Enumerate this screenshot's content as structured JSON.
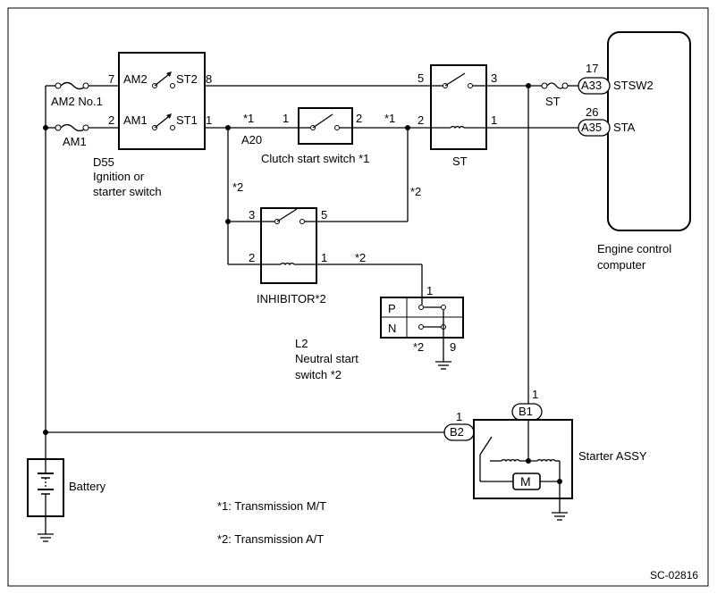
{
  "ignition_switch": {
    "code": "D55",
    "name_line1": "Ignition or",
    "name_line2": "starter switch",
    "pin_am2": "7",
    "label_am2": "AM2",
    "label_st2": "ST2",
    "pin_st2": "8",
    "pin_am1": "2",
    "label_am1": "AM1",
    "label_st1": "ST1",
    "pin_st1": "1"
  },
  "fuses": {
    "am2": "AM2 No.1",
    "am1": "AM1",
    "st": "ST"
  },
  "clutch_switch": {
    "name": "Clutch start switch *1",
    "connector": "A20",
    "pin_left": "1",
    "pin_right": "2",
    "note_left": "*1",
    "note_right": "*1"
  },
  "st_relay": {
    "name": "ST",
    "pin5": "5",
    "pin3": "3",
    "pin2": "2",
    "pin1": "1"
  },
  "inhibitor": {
    "name": "INHIBITOR*2",
    "pin3": "3",
    "pin5": "5",
    "pin2": "2",
    "pin1": "1"
  },
  "notes": {
    "star2_a": "*2",
    "star2_b": "*2",
    "star2_c": "*2"
  },
  "neutral_switch": {
    "code": "L2",
    "name_line1": "Neutral start",
    "name_line2": "switch *2",
    "row_p": "P",
    "row_n": "N",
    "pin1": "1",
    "pin9": "9",
    "note": "*2"
  },
  "ecm": {
    "name_line1": "Engine control",
    "name_line2": "computer",
    "pin17": "17",
    "conn_a33": "A33",
    "sig_stsw2": "STSW2",
    "pin26": "26",
    "conn_a35": "A35",
    "sig_sta": "STA"
  },
  "starter": {
    "name": "Starter ASSY",
    "conn_b1": "B1",
    "pin_b1": "1",
    "conn_b2": "B2",
    "pin_b2": "1",
    "motor": "M"
  },
  "battery": {
    "name": "Battery"
  },
  "legend": {
    "note1": "*1: Transmission M/T",
    "note2": "*2: Transmission A/T"
  },
  "code": "SC-02816"
}
